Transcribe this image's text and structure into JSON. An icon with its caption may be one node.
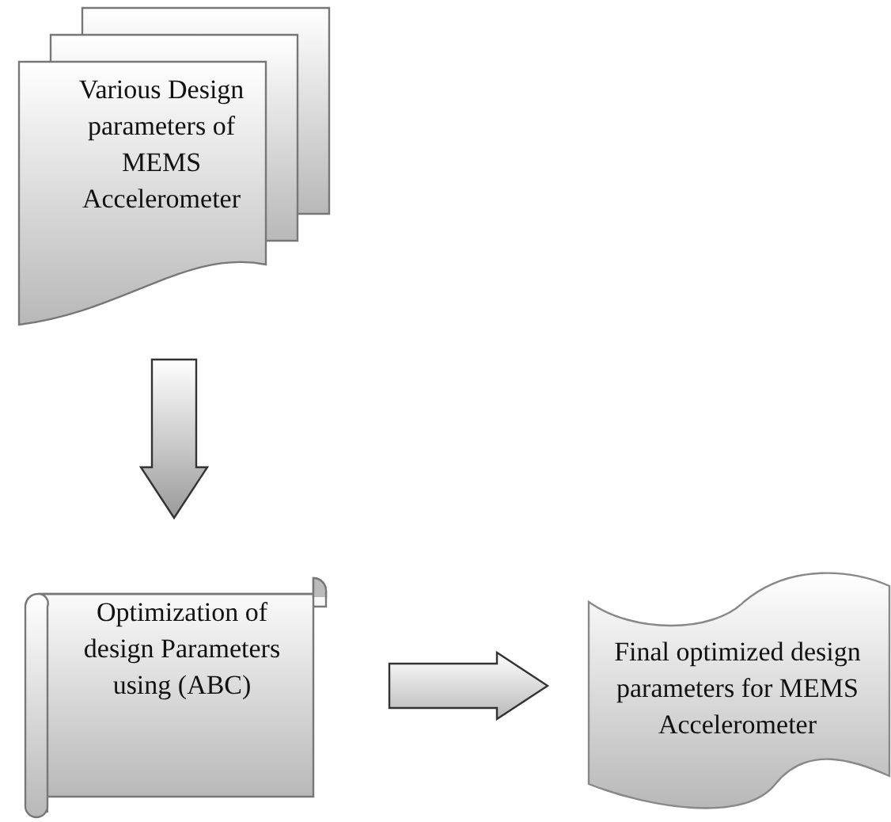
{
  "diagram": {
    "nodes": [
      {
        "text": [
          "Various Design parameters of MEMS Accelerometer"
        ]
      },
      {
        "text": [
          "Optimization of design Parameters using (ABC)"
        ]
      },
      {
        "text": [
          "Final optimized design parameters for MEMS Accelerometer"
        ]
      }
    ],
    "edges": [
      {
        "from": 0,
        "to": 1,
        "arrow": "to"
      },
      {
        "from": 1,
        "to": 2,
        "arrow": "to"
      }
    ]
  }
}
